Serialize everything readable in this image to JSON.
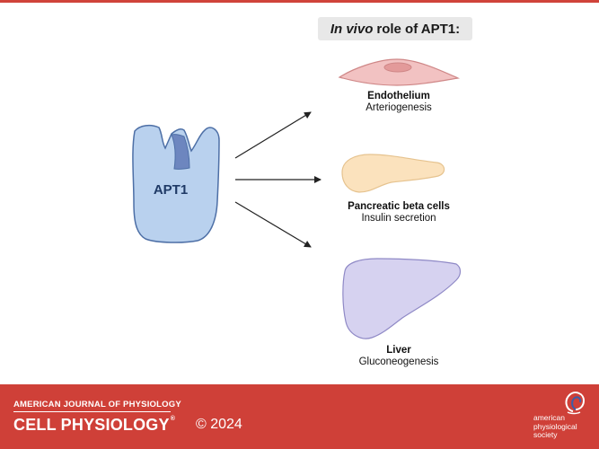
{
  "header": {
    "italic": "In vivo",
    "rest": "role of APT1:"
  },
  "enzyme": {
    "label": "APT1"
  },
  "cells": [
    {
      "name": "Endothelium",
      "role": "Arteriogenesis"
    },
    {
      "name": "Pancreatic beta cells",
      "role": "Insulin secretion"
    },
    {
      "name": "Liver",
      "role": "Gluconeogenesis"
    }
  ],
  "footer": {
    "journal_top": "AMERICAN JOURNAL OF PHYSIOLOGY",
    "journal_name": "CELL PHYSIOLOGY",
    "registered": "®",
    "year": "© 2024",
    "society_line1": "american",
    "society_line2": "physiological",
    "society_line3": "society"
  },
  "colors": {
    "accent_red": "#cf4038",
    "enzyme_fill": "#b9d1ee",
    "enzyme_stroke": "#4d6fa6",
    "enzyme_pocket": "#6d86bf",
    "endothelium_fill": "#f2c2c2",
    "endothelium_nucleus": "#e39a9a",
    "beta_cell_fill": "#fbe2bd",
    "liver_fill": "#d6d2f0"
  }
}
